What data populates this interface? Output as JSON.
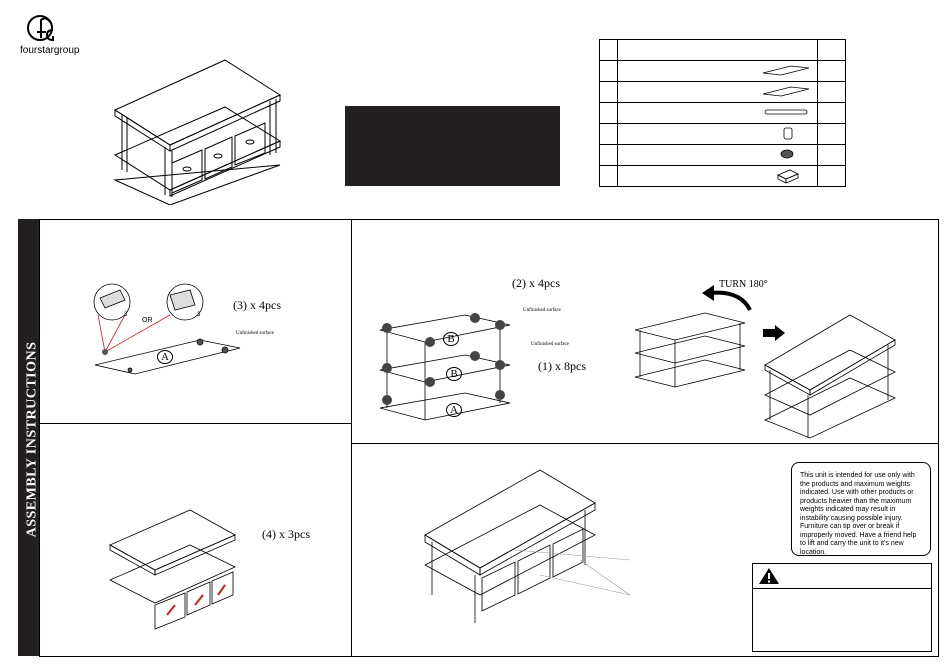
{
  "brand": {
    "logo_text": "fourstargroup",
    "logo_mark": "fsg-logo"
  },
  "parts_table": {
    "rows": [
      {
        "icon": ""
      },
      {
        "icon": "board-a-icon"
      },
      {
        "icon": "board-b-icon"
      },
      {
        "icon": "pole-icon"
      },
      {
        "icon": "connector-icon"
      },
      {
        "icon": "cam-lock-icon"
      },
      {
        "icon": "drawer-bin-icon"
      }
    ]
  },
  "sidebar": {
    "title": "ASSEMBLY INSTRUCTIONS"
  },
  "step1": {
    "callout": "(3) x 4pcs",
    "surface_note": "Unfinished surface",
    "or_label": "OR",
    "board_letter": "A",
    "small_num_1": "3",
    "small_num_2": "3"
  },
  "step2": {
    "callout_top": "(2) x 4pcs",
    "callout_side": "(1) x 8pcs",
    "surface_note_1": "Unfinished surface",
    "surface_note_2": "Unfinished surface",
    "board_b1": "B",
    "board_b2": "B",
    "board_a": "A",
    "turn_label": "TURN 180°"
  },
  "step3": {
    "callout": "(4) x 3pcs"
  },
  "notice": {
    "text": "This unit is intended for use only with the products and maximum weights indicated. Use with other products or products heavier than the maximum weights indicated may result in instability causing possible injury. Furniture can tip over or break if improperly moved. Have a friend help to lift and carry the unit to it's new location."
  },
  "colors": {
    "dark": "#231f20",
    "hardware_red": "#d22020"
  }
}
